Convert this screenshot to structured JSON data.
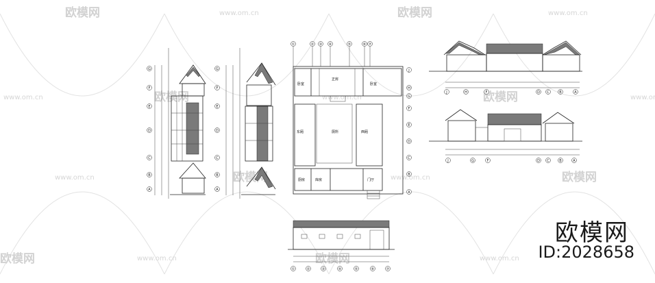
{
  "watermark": {
    "brand": "欧模网",
    "url": "www.om.cn",
    "model_id": "ID:2028658"
  },
  "plan": {
    "axes_top": [
      "①",
      "②",
      "③",
      "④",
      "⑤",
      "⑥",
      "⑦"
    ],
    "axes_right": [
      "J",
      "H",
      "G",
      "F",
      "E",
      "D",
      "C",
      "B",
      "A"
    ],
    "rooms": [
      "卧室",
      "正房",
      "卧室",
      "东厢",
      "西厢",
      "厨房",
      "库房",
      "门厅",
      "厕所"
    ]
  },
  "left_section": {
    "axes": [
      "G",
      "F",
      "E",
      "D",
      "C",
      "B",
      "A"
    ]
  },
  "mid_section": {
    "axes": [
      "G",
      "F",
      "E",
      "D",
      "C",
      "B",
      "A"
    ]
  },
  "right_elevation_top": {
    "axes": [
      "J",
      "H",
      "F",
      "D",
      "C",
      "B",
      "A"
    ]
  },
  "right_elevation_bottom": {
    "axes": [
      "J",
      "G",
      "F",
      "D",
      "C",
      "B",
      "A"
    ]
  },
  "bottom_elevation": {
    "axes": [
      "①",
      "②",
      "③",
      "④",
      "⑤",
      "⑥",
      "⑦"
    ]
  }
}
